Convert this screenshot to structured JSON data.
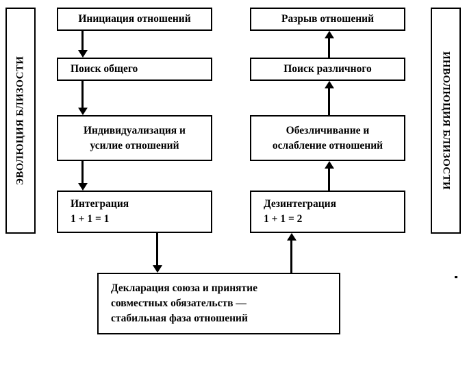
{
  "diagram": {
    "title_left_axis": "ЭВОЛЮЦИЯ БЛИЗОСТИ",
    "title_right_axis": "ИНВОЛЮЦИЯ БЛИЗОСТИ",
    "left_column": [
      {
        "id": "initiation",
        "line1": "Инициация отношений",
        "line2": "",
        "align": "center"
      },
      {
        "id": "common-search",
        "line1": "Поиск общего",
        "line2": "",
        "align": "left"
      },
      {
        "id": "individualization",
        "line1": "Индивидуализация и",
        "line2": "усилие отношений",
        "align": "center"
      },
      {
        "id": "integration",
        "line1": "Интеграция",
        "line2": "1 + 1 = 1",
        "align": "left"
      }
    ],
    "right_column": [
      {
        "id": "breakup",
        "line1": "Разрыв отношений",
        "line2": "",
        "align": "center"
      },
      {
        "id": "difference-search",
        "line1": "Поиск различного",
        "line2": "",
        "align": "center"
      },
      {
        "id": "depersonalization",
        "line1": "Обезличивание и",
        "line2": "ослабление отношений",
        "align": "center"
      },
      {
        "id": "disintegration",
        "line1": "Дезинтеграция",
        "line2": "1 + 1 = 2",
        "align": "left"
      }
    ],
    "bottom_box": {
      "id": "declaration",
      "line1": "Декларация союза и принятие",
      "line2": "совместных обязательств —",
      "line3": "стабильная фаза отношений"
    },
    "colors": {
      "stroke": "#000000",
      "fill": "#ffffff"
    }
  }
}
